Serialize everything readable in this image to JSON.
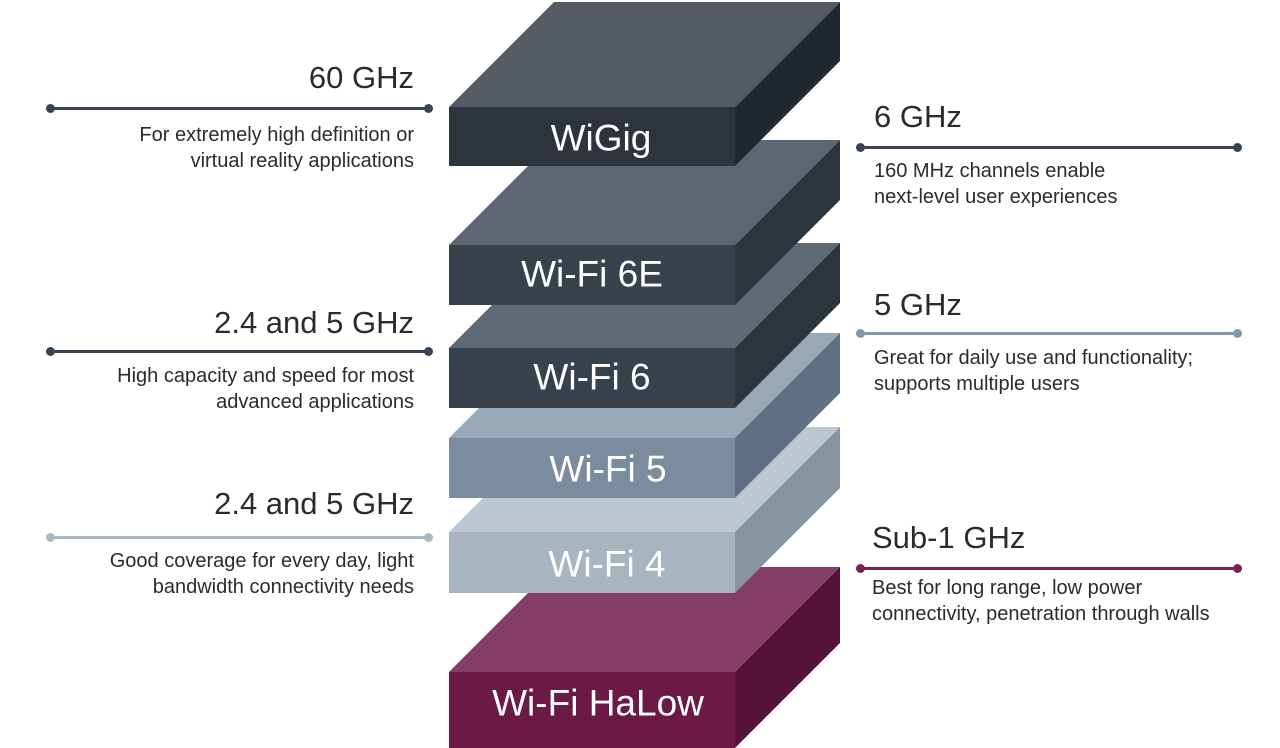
{
  "layers": [
    {
      "label": "WiGig",
      "front": "#2d343d",
      "top": "#545b63",
      "side": "#22282f",
      "text": "#ffffff"
    },
    {
      "label": "Wi-Fi 6E",
      "front": "#37424d",
      "top": "#5e6771",
      "side": "#2c353e",
      "text": "#ffffff"
    },
    {
      "label": "Wi-Fi 6",
      "front": "#37424d",
      "top": "#5f6a74",
      "side": "#2c353e",
      "text": "#ffffff"
    },
    {
      "label": "Wi-Fi 5",
      "front": "#7a8c9e",
      "top": "#98a8b7",
      "side": "#5f7183",
      "text": "#ffffff"
    },
    {
      "label": "Wi-Fi 4",
      "front": "#a8b4c0",
      "top": "#bcc7d1",
      "side": "#8795a1",
      "text": "#ffffff"
    },
    {
      "label": "Wi-Fi HaLow",
      "front": "#6a1a45",
      "top": "#843d67",
      "side": "#561338",
      "text": "#ffffff"
    }
  ],
  "annotations": {
    "left": [
      {
        "freq": "60 GHz",
        "desc": [
          "For extremely high definition or",
          "virtual reality applications"
        ],
        "color": "#3a4450"
      },
      {
        "freq": "2.4 and 5 GHz",
        "desc": [
          "High capacity and speed for most",
          "advanced applications"
        ],
        "color": "#3a4450"
      },
      {
        "freq": "2.4 and 5 GHz",
        "desc": [
          "Good coverage for every day, light",
          "bandwidth connectivity needs"
        ],
        "color": "#aab6c1"
      }
    ],
    "right": [
      {
        "freq": "6 GHz",
        "desc": [
          "160 MHz channels enable",
          "next-level user experiences"
        ],
        "color": "#3a4450"
      },
      {
        "freq": "5 GHz",
        "desc": [
          "Great for daily use and functionality;",
          "supports multiple users"
        ],
        "color": "#8497aa"
      },
      {
        "freq": "Sub-1 GHz",
        "desc": [
          "Best for long range, low power",
          "connectivity, penetration through walls"
        ],
        "color": "#7a2250"
      }
    ]
  }
}
